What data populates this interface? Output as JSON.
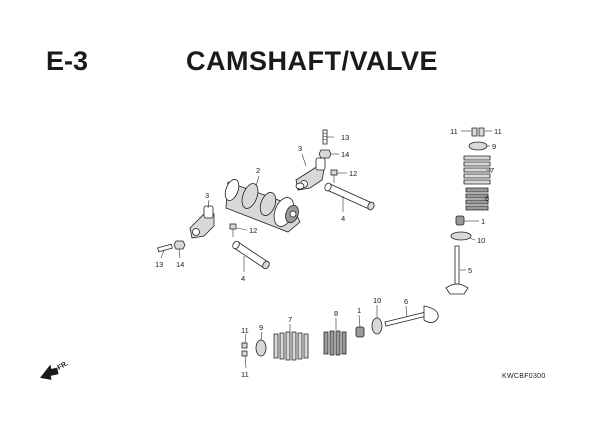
{
  "header": {
    "section_code": "E-3",
    "title": "CAMSHAFT/VALVE"
  },
  "footer": {
    "drawing_ref": "KWCBF0300",
    "direction_label": "FR."
  },
  "callouts": {
    "n1a": "1",
    "n1b": "1",
    "n2": "2",
    "n3a": "3",
    "n3b": "3",
    "n4a": "4",
    "n4b": "4",
    "n5": "5",
    "n6": "6",
    "n7a": "7",
    "n7b": "7",
    "n8a": "8",
    "n8b": "8",
    "n9a": "9",
    "n9b": "9",
    "n10a": "10",
    "n10b": "10",
    "n11a": "11",
    "n11b": "11",
    "n11c": "11",
    "n11d": "11",
    "n12a": "12",
    "n12b": "12",
    "n13a": "13",
    "n13b": "13",
    "n14a": "14",
    "n14b": "14"
  }
}
